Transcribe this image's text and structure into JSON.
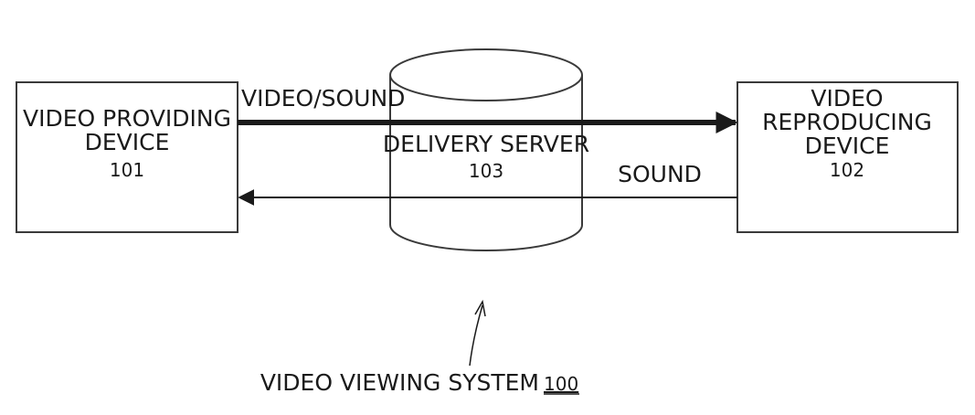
{
  "diagram": {
    "providing_device": {
      "name_line1": "VIDEO PROVIDING",
      "name_line2": "DEVICE",
      "ref": "101"
    },
    "delivery_server": {
      "name": "DELIVERY SERVER",
      "ref": "103"
    },
    "reproducing_device": {
      "name_line1": "VIDEO",
      "name_line2": "REPRODUCING",
      "name_line3": "DEVICE",
      "ref": "102"
    },
    "forward_flow_label": "VIDEO/SOUND",
    "return_flow_label": "SOUND",
    "system": {
      "name": "VIDEO VIEWING SYSTEM",
      "ref": "100"
    }
  }
}
